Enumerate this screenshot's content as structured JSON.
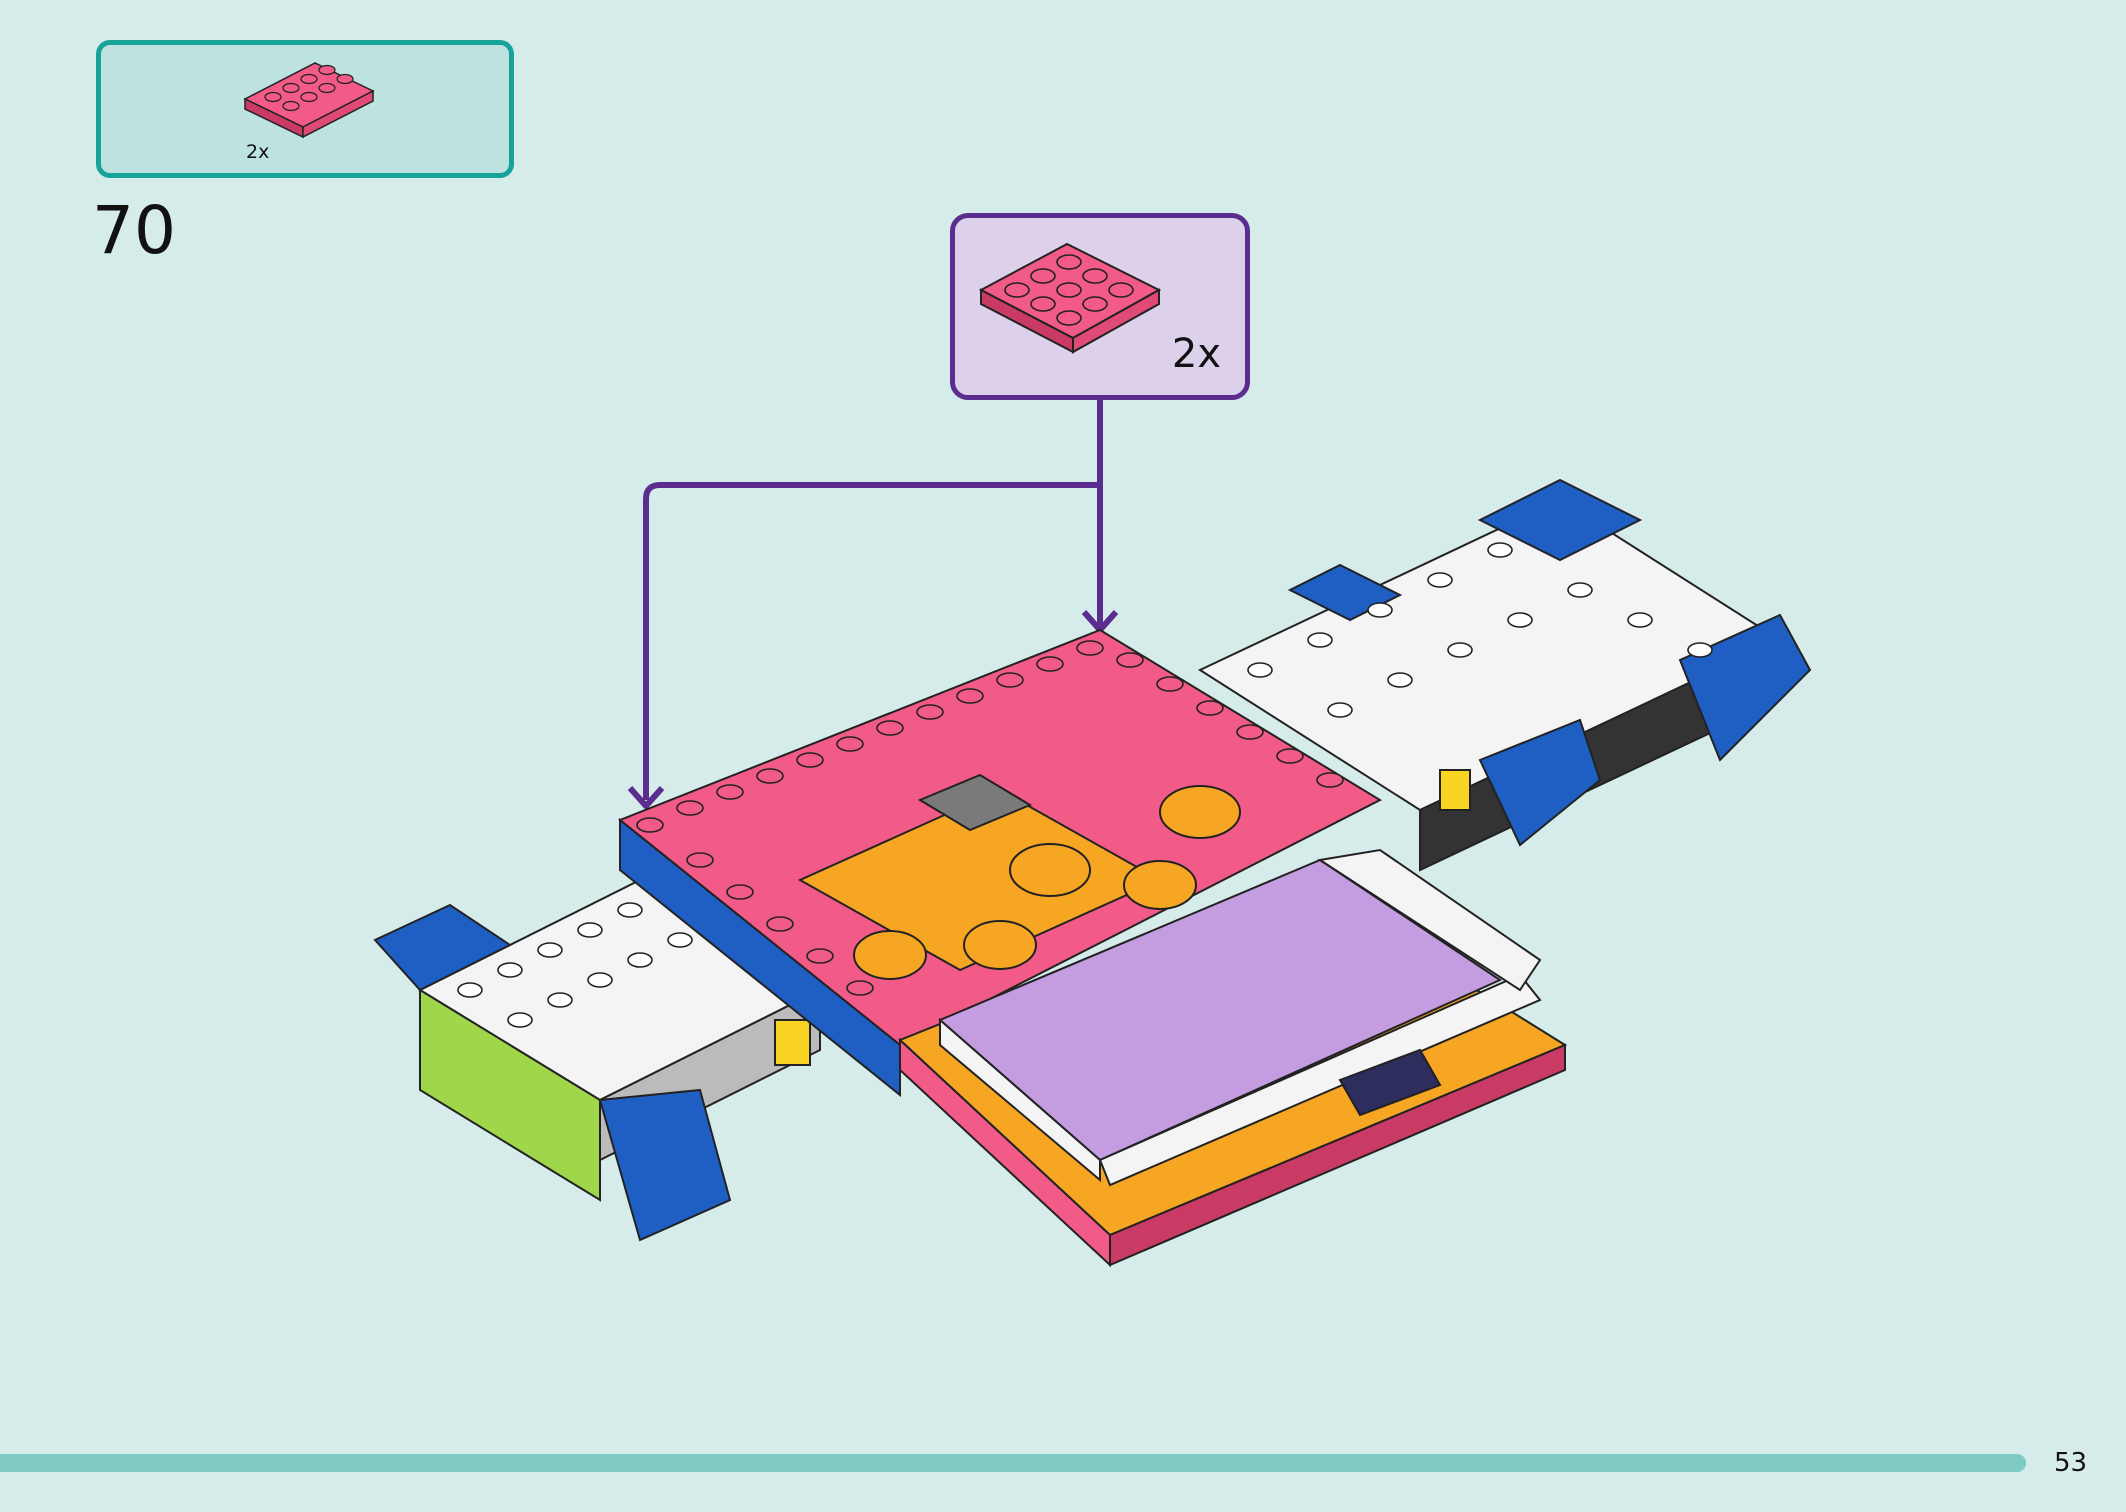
{
  "parts_list": {
    "quantity": "2x",
    "part_icon": "pink-2x4-plate-icon",
    "part_color": "#f25a87"
  },
  "step": {
    "number": "70"
  },
  "callout": {
    "quantity": "2x",
    "part_icon": "pink-2x4-plate-icon",
    "part_color": "#f25a87",
    "border_color": "#5b2d8e"
  },
  "model": {
    "icon": "vehicle-chassis-assembly-icon",
    "colors": {
      "pink": "#f25a87",
      "orange": "#f6a623",
      "white": "#ffffff",
      "blue": "#1f5fc4",
      "lavender": "#c39de0",
      "lime": "#9fd64a",
      "yellow": "#f9d423",
      "gray": "#7a7a7a"
    }
  },
  "footer": {
    "page_number": "53",
    "progress": 1.0
  }
}
